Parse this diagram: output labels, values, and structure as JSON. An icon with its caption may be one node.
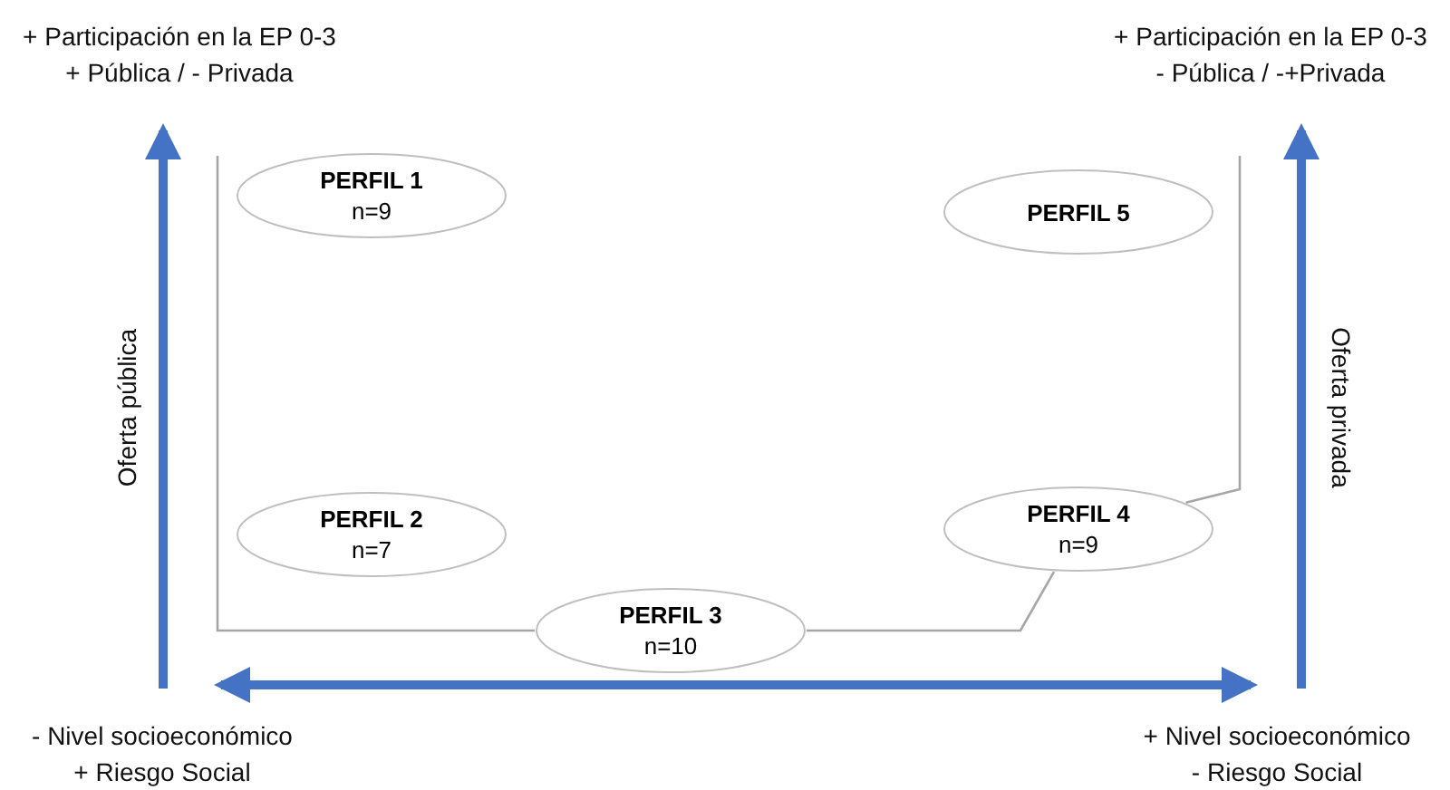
{
  "diagram": {
    "nodes": [
      {
        "text": [
          "PERFIL 1",
          "n=9"
        ]
      },
      {
        "text": [
          "PERFIL 5"
        ]
      },
      {
        "text": [
          "PERFIL 2",
          "n=7"
        ]
      },
      {
        "text": [
          "PERFIL 4",
          "n=9"
        ]
      },
      {
        "text": [
          "PERFIL 3",
          "n=10"
        ]
      }
    ],
    "edges": [
      {
        "from": null,
        "to": 4,
        "arrow": "none"
      },
      {
        "from": 4,
        "to": 3,
        "arrow": "none"
      },
      {
        "from": 3,
        "to": null,
        "arrow": "none"
      }
    ],
    "labels": [
      "+ Participación en la EP 0-3 + Pública / - Privada",
      "+ Participación en la EP 0-3 - Pública / -+Privada",
      "Oferta pública",
      "Oferta privada",
      "- Nivel socioeconómico + Riesgo Social",
      "+ Nivel socioeconómico - Riesgo Social"
    ]
  }
}
